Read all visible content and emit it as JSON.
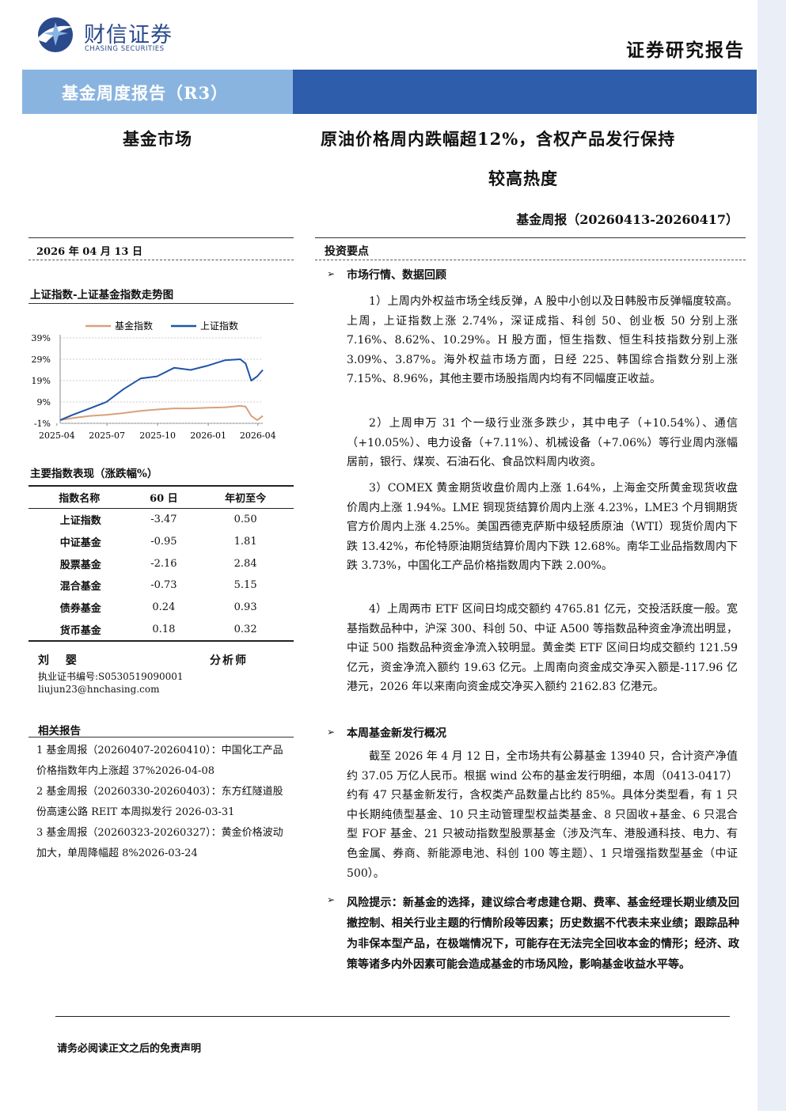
{
  "header": {
    "logo_cn": "财信证券",
    "logo_en": "CHASING SECURITIES",
    "report_type": "证券研究报告",
    "banner": "基金周度报告（R3）",
    "sector": "基金市场",
    "title_line1": "原油价格周内跌幅超12%，含权产品发行保持",
    "title_line2": "较高热度",
    "subtitle": "基金周报（20260413-20260417）"
  },
  "left": {
    "date": "2026 年 04 月 13 日",
    "chart_heading": "上证指数-上证基金指数走势图",
    "table_heading": "主要指数表现（涨跌幅%）",
    "table": {
      "headers": [
        "指数名称",
        "60 日",
        "年初至今"
      ],
      "rows": [
        [
          "上证指数",
          "-3.47",
          "0.50"
        ],
        [
          "中证基金",
          "-0.95",
          "1.81"
        ],
        [
          "股票基金",
          "-2.16",
          "2.84"
        ],
        [
          "混合基金",
          "-0.73",
          "5.15"
        ],
        [
          "债券基金",
          "0.24",
          "0.93"
        ],
        [
          "货币基金",
          "0.18",
          "0.32"
        ]
      ]
    },
    "analyst": {
      "name": "刘 婴",
      "title": "分析师",
      "license": "执业证书编号:S0530519090001",
      "email": "liujun23@hnchasing.com"
    },
    "related_heading": "相关报告",
    "related": [
      "1 基金周报（20260407-20260410）：中国化工产品价格指数年内上涨超 37%2026-04-08",
      "2 基金周报（20260330-20260403）：东方红隧道股份高速公路 REIT 本周拟发行 2026-03-31",
      "3 基金周报（20260323-20260327）：黄金价格波动加大，单周降幅超 8%2026-03-24"
    ]
  },
  "right": {
    "heading": "投资要点",
    "bullet1": "市场行情、数据回顾",
    "paras": [
      "1）上周内外权益市场全线反弹，A 股中小创以及日韩股市反弹幅度较高。上周，上证指数上涨 2.74%，深证成指、科创 50、创业板 50 分别上涨 7.16%、8.62%、10.29%。H 股方面，恒生指数、恒生科技指数分别上涨 3.09%、3.87%。海外权益市场方面，日经 225、韩国综合指数分别上涨 7.15%、8.96%，其他主要市场股指周内均有不同幅度正收益。",
      "2）上周申万 31 个一级行业涨多跌少，其中电子（+10.54%）、通信（+10.05%）、电力设备（+7.11%）、机械设备（+7.06%）等行业周内涨幅居前，银行、煤炭、石油石化、食品饮料周内收资。",
      "3）COMEX 黄金期货收盘价周内上涨 1.64%，上海金交所黄金现货收盘价周内上涨 1.94%。LME 铜现货结算价周内上涨 4.23%，LME3 个月铜期货官方价周内上涨 4.25%。美国西德克萨斯中级轻质原油（WTI）现货价周内下跌 13.42%，布伦特原油期货结算价周内下跌 12.68%。南华工业品指数周内下跌 3.73%，中国化工产品价格指数周内下跌 2.00%。",
      "4）上周两市 ETF 区间日均成交额约 4765.81 亿元，交投活跃度一般。宽基指数品种中，沪深 300、科创 50、中证 A500 等指数品种资金净流出明显，中证 500 指数品种资金净流入较明显。黄金类 ETF 区间日均成交额约 121.59 亿元，资金净流入额约 19.63 亿元。上周南向资金成交净买入额是-117.96 亿港元，2026 年以来南向资金成交净买入额约 2162.83 亿港元。"
    ],
    "bullet2": "本周基金新发行概况",
    "para5": "截至 2026 年 4 月 12 日，全市场共有公募基金 13940 只，合计资产净值约 37.05 万亿人民币。根据 wind 公布的基金发行明细，本周（0413-0417）约有 47 只基金新发行，含权类产品数量占比约 85%。具体分类型看，有 1 只中长期纯债型基金、10 只主动管理型权益类基金、8 只固收+基金、6 只混合型 FOF 基金、21 只被动指数型股票基金（涉及汽车、港股通科技、电力、有色金属、券商、新能源电池、科创 100 等主题）、1 只增强指数型基金（中证 500）。",
    "risk": "风险提示：新基金的选择，建议综合考虑建仓期、费率、基金经理长期业绩及回撤控制、相关行业主题的行情阶段等因素；历史数据不代表未来业绩；跟踪品种为非保本型产品，在极端情况下，可能存在无法完全回收本金的情形；经济、政策等诸多内外因素可能会造成基金的市场风险，影响基金收益水平等。"
  },
  "footer": {
    "disclaimer": "请务必阅读正文之后的免责声明"
  },
  "chart_data": {
    "type": "line",
    "title": "上证指数-上证基金指数走势图",
    "x_ticks": [
      "2025-04",
      "2025-07",
      "2025-10",
      "2026-01",
      "2026-04"
    ],
    "y_ticks": [
      "39%",
      "29%",
      "19%",
      "9%",
      "-1%"
    ],
    "ylim": [
      -1,
      39
    ],
    "legend_position": "top",
    "colors": {
      "fund": "#d9a07b",
      "sse": "#2054a8"
    },
    "series": [
      {
        "name": "基金指数",
        "x": [
          "2025-04-07",
          "2025-04-30",
          "2025-05-31",
          "2025-06-30",
          "2025-07-31",
          "2025-08-31",
          "2025-09-30",
          "2025-10-31",
          "2025-11-30",
          "2025-12-31",
          "2026-01-31",
          "2026-02-28",
          "2026-03-10",
          "2026-03-20",
          "2026-03-31",
          "2026-04-10"
        ],
        "values": [
          0.5,
          1.5,
          2.5,
          3.0,
          3.8,
          4.8,
          5.5,
          6.0,
          6.0,
          6.3,
          6.5,
          7.2,
          6.8,
          2.5,
          0.5,
          2.5
        ]
      },
      {
        "name": "上证指数",
        "x": [
          "2025-04-07",
          "2025-04-30",
          "2025-05-31",
          "2025-06-30",
          "2025-07-31",
          "2025-08-31",
          "2025-09-30",
          "2025-10-31",
          "2025-11-30",
          "2025-12-31",
          "2026-01-31",
          "2026-02-28",
          "2026-03-10",
          "2026-03-20",
          "2026-03-31",
          "2026-04-10"
        ],
        "values": [
          0.5,
          3.0,
          6.0,
          9.0,
          15.0,
          20.0,
          21.0,
          25.0,
          24.0,
          26.0,
          28.5,
          29.0,
          27.0,
          19.0,
          21.0,
          24.0
        ]
      }
    ]
  }
}
